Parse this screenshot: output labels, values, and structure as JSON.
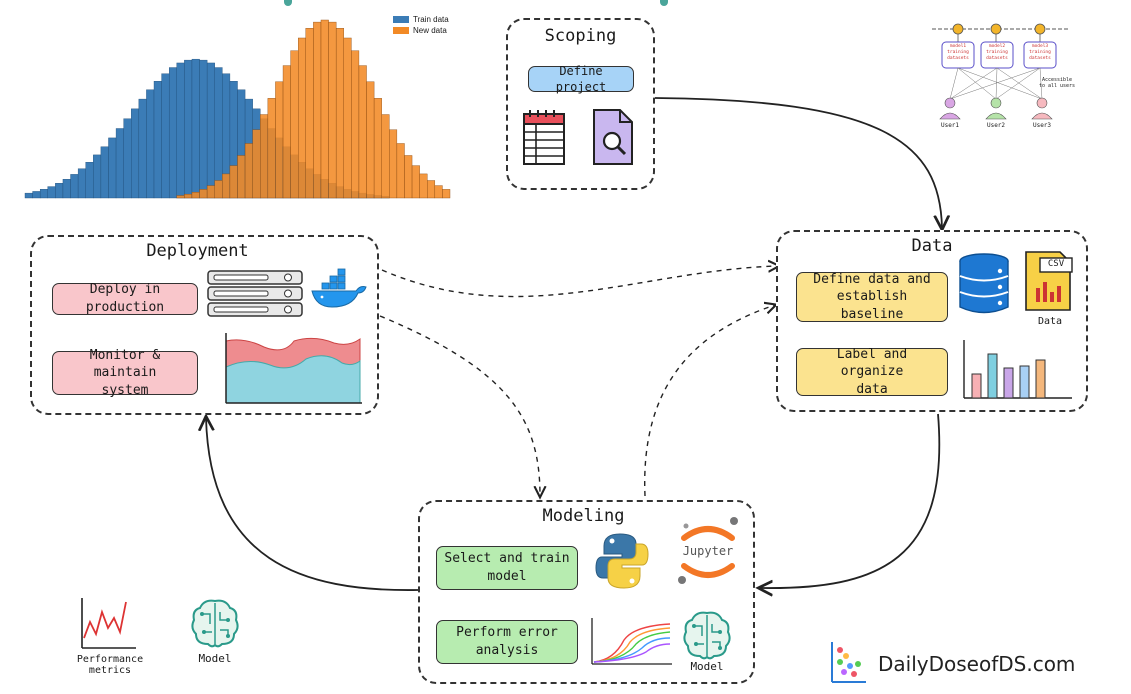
{
  "histogram": {
    "legend": [
      {
        "label": "Train data",
        "color": "#3b7cb6"
      },
      {
        "label": "New data",
        "color": "#f28a26"
      }
    ]
  },
  "user_access": {
    "boxes": [
      "model1\ntraining\ndatasets",
      "model2\ntraining\ndatasets",
      "model3\ntraining\ndatasets"
    ],
    "note": "Accessible to all users",
    "users": [
      "User1",
      "User2",
      "User3"
    ]
  },
  "scoping": {
    "title": "Scoping",
    "define_project": "Define project"
  },
  "deployment": {
    "title": "Deployment",
    "deploy": "Deploy in production",
    "monitor_line1": "Monitor & maintain",
    "monitor_line2": "system"
  },
  "data_panel": {
    "title": "Data",
    "define_line1": "Define data and",
    "define_line2": "establish baseline",
    "label_line1": "Label and organize",
    "label_line2": "data",
    "csv": "CSV",
    "data_caption": "Data"
  },
  "modeling": {
    "title": "Modeling",
    "select_line1": "Select and train",
    "select_line2": "model",
    "error_line1": "Perform error",
    "error_line2": "analysis",
    "jupyter": "Jupyter",
    "model_caption": "Model"
  },
  "bottom_left": {
    "perf_line1": "Performance",
    "perf_line2": "metrics",
    "model_caption": "Model"
  },
  "brand": {
    "name": "DailyDoseofDS.com"
  },
  "colors": {
    "pink": "#f9c6cb",
    "yellow": "#fbe38f",
    "green": "#b7ecb0",
    "blue": "#a7d3f7",
    "train": "#3b7cb6",
    "new": "#f28a26"
  }
}
